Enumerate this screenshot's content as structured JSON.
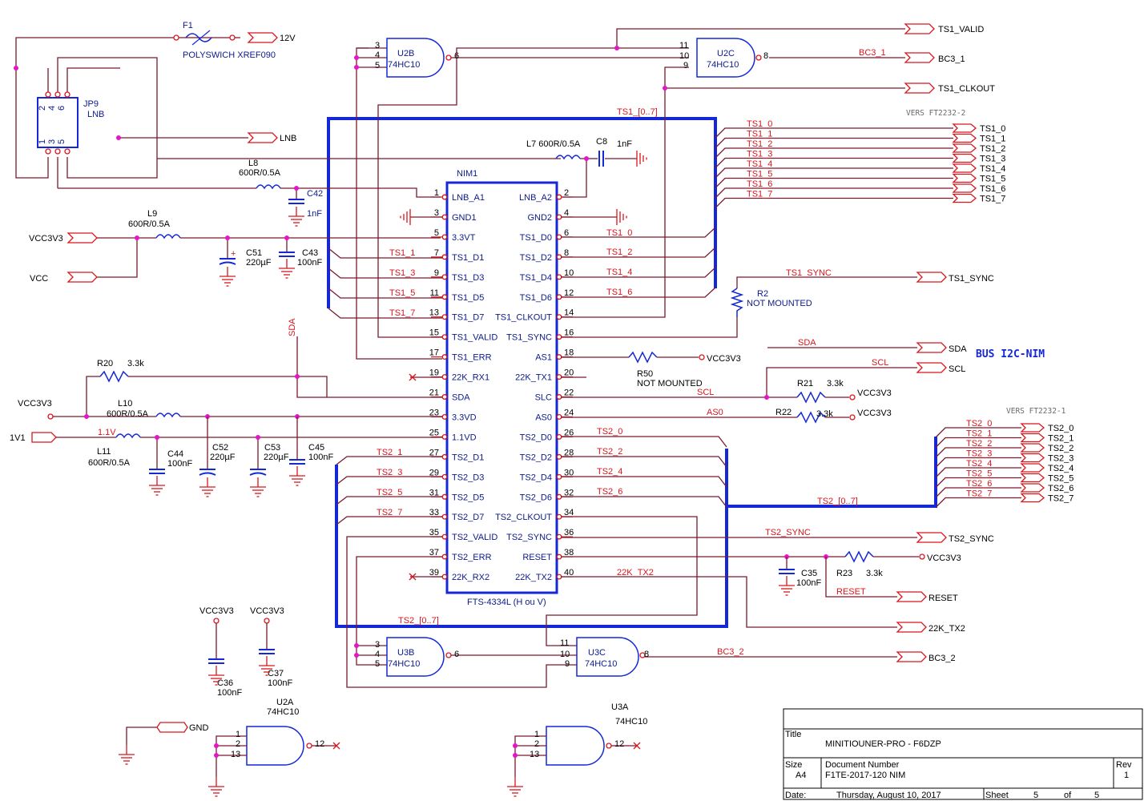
{
  "tb": {
    "title_label": "Title",
    "title": "MINITIOUNER-PRO -  F6DZP",
    "size_label": "Size",
    "size": "A4",
    "docnum_label": "Document Number",
    "docnum": "F1TE-2017-120      NIM",
    "rev_label": "Rev",
    "rev": "1",
    "date_label": "Date:",
    "date": "Thursday, August 10, 2017",
    "sheet_label": "Sheet",
    "sheet": "5",
    "of_label": "of",
    "of": "5"
  },
  "nim": {
    "ref": "NIM1",
    "part": "FTS-4334L (H ou V)",
    "left": [
      {
        "n": "1",
        "name": "LNB_A1"
      },
      {
        "n": "3",
        "name": "GND1"
      },
      {
        "n": "5",
        "name": "3.3VT"
      },
      {
        "n": "7",
        "name": "TS1_D1"
      },
      {
        "n": "9",
        "name": "TS1_D3"
      },
      {
        "n": "11",
        "name": "TS1_D5"
      },
      {
        "n": "13",
        "name": "TS1_D7"
      },
      {
        "n": "15",
        "name": "TS1_VALID"
      },
      {
        "n": "17",
        "name": "TS1_ERR"
      },
      {
        "n": "19",
        "name": "22K_RX1"
      },
      {
        "n": "21",
        "name": "SDA"
      },
      {
        "n": "23",
        "name": "3.3VD"
      },
      {
        "n": "25",
        "name": "1.1VD"
      },
      {
        "n": "27",
        "name": "TS2_D1"
      },
      {
        "n": "29",
        "name": "TS2_D3"
      },
      {
        "n": "31",
        "name": "TS2_D5"
      },
      {
        "n": "33",
        "name": "TS2_D7"
      },
      {
        "n": "35",
        "name": "TS2_VALID"
      },
      {
        "n": "37",
        "name": "TS2_ERR"
      },
      {
        "n": "39",
        "name": "22K_RX2"
      }
    ],
    "right": [
      {
        "n": "2",
        "name": "LNB_A2"
      },
      {
        "n": "4",
        "name": "GND2"
      },
      {
        "n": "6",
        "name": "TS1_D0"
      },
      {
        "n": "8",
        "name": "TS1_D2"
      },
      {
        "n": "10",
        "name": "TS1_D4"
      },
      {
        "n": "12",
        "name": "TS1_D6"
      },
      {
        "n": "14",
        "name": "TS1_CLKOUT"
      },
      {
        "n": "16",
        "name": "TS1_SYNC"
      },
      {
        "n": "18",
        "name": "AS1"
      },
      {
        "n": "20",
        "name": "22K_TX1"
      },
      {
        "n": "22",
        "name": "SLC"
      },
      {
        "n": "24",
        "name": "AS0"
      },
      {
        "n": "26",
        "name": "TS2_D0"
      },
      {
        "n": "28",
        "name": "TS2_D2"
      },
      {
        "n": "30",
        "name": "TS2_D4"
      },
      {
        "n": "32",
        "name": "TS2_D6"
      },
      {
        "n": "34",
        "name": "TS2_CLKOUT"
      },
      {
        "n": "36",
        "name": "TS2_SYNC"
      },
      {
        "n": "38",
        "name": "RESET"
      },
      {
        "n": "40",
        "name": "22K_TX2"
      }
    ]
  },
  "ports": {
    "v12": "12V",
    "lnb": "LNB",
    "vcc3v3": "VCC3V3",
    "vcc": "VCC",
    "v1v1": "1V1",
    "gnd": "GND",
    "ts1_valid": "TS1_VALID",
    "bc3_1": "BC3_1",
    "ts1_clkout": "TS1_CLKOUT",
    "ts1_sync": "TS1_SYNC",
    "sda": "SDA",
    "scl": "SCL",
    "ts2_sync": "TS2_SYNC",
    "reset": "RESET",
    "tx2": "22K_TX2",
    "bc3_2": "BC3_2",
    "ts1": [
      "TS1_0",
      "TS1_1",
      "TS1_2",
      "TS1_3",
      "TS1_4",
      "TS1_5",
      "TS1_6",
      "TS1_7"
    ],
    "ts2": [
      "TS2_0",
      "TS2_1",
      "TS2_2",
      "TS2_3",
      "TS2_4",
      "TS2_5",
      "TS2_6",
      "TS2_7"
    ]
  },
  "labels": {
    "f1": "F1",
    "polyswitch": "POLYSWICH XREF090",
    "jp9": "JP9",
    "jp9v": "LNB",
    "jp_pins_top": [
      "2",
      "4",
      "6"
    ],
    "jp_pins_bot": [
      "1",
      "3",
      "5"
    ],
    "l7": "L7 600R/0.5A",
    "c8": "C8",
    "c8v": "1nF",
    "l8": "L8",
    "l8v": "600R/0.5A",
    "c42": "C42",
    "c42v": "1nF",
    "l9": "L9",
    "l9v": "600R/0.5A",
    "c51": "C51",
    "c51v": "220µF",
    "c43": "C43",
    "c43v": "100nF",
    "r20": "R20",
    "r20v": "3.3k",
    "l10": "L10",
    "l10v": "600R/0.5A",
    "l11": "L11",
    "l11v": "600R/0.5A",
    "c44": "C44",
    "c44v": "100nF",
    "c52": "C52",
    "c52v": "220µF",
    "c53": "C53",
    "c53v": "220µF",
    "c45": "C45",
    "c45v": "100nF",
    "r2": "R2",
    "r2v": "NOT MOUNTED",
    "r50": "R50",
    "r50v": "NOT MOUNTED",
    "r21": "R21",
    "r21v": "3.3k",
    "r22": "R22",
    "r22v": "3.3k",
    "r23": "R23",
    "r23v": "3.3k",
    "c35": "C35",
    "c35v": "100nF",
    "c36": "C36",
    "c36v": "100nF",
    "c37": "C37",
    "c37v": "100nF",
    "u2b": "U2B",
    "u2c": "U2C",
    "u3b": "U3B",
    "u3c": "U3C",
    "u2a": "U2A",
    "u3a": "U3A",
    "hc10": "74HC10",
    "vers2": "VERS FT2232-2",
    "vers1": "VERS FT2232-1",
    "bus_i2c": "BUS I2C-NIM",
    "ts1_bus": "TS1_[0..7]",
    "ts2_bus": "TS2_[0..7]",
    "net_ts1": [
      "TS1_0",
      "TS1_1",
      "TS1_2",
      "TS1_3",
      "TS1_4",
      "TS1_5",
      "TS1_6",
      "TS1_7"
    ],
    "net_ts2": [
      "TS2_0",
      "TS2_1",
      "TS2_2",
      "TS2_3",
      "TS2_4",
      "TS2_5",
      "TS2_6",
      "TS2_7"
    ],
    "bc3_1": "BC3_1",
    "bc3_2": "BC3_2",
    "ts1_sync": "TS1_SYNC",
    "ts2_sync": "TS2_SYNC",
    "sda": "SDA",
    "scl": "SCL",
    "as0": "AS0",
    "reset": "RESET",
    "tx2": "22K_TX2",
    "v11": "1.1V",
    "vcc3v3": "VCC3V3"
  }
}
